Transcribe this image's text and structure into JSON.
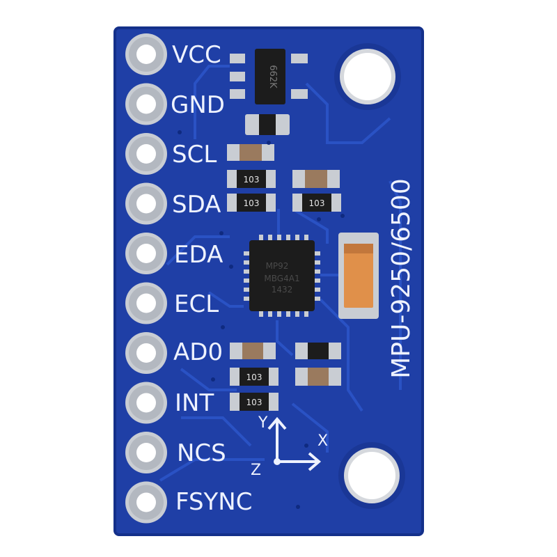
{
  "board": {
    "model": "MPU-9250/6500",
    "colors": {
      "pcb": "#1f3fa6",
      "pcb_dark": "#14308a",
      "trace": "#2a52c4",
      "silkscreen": "#eef2ff",
      "pad": "#c9cdd3",
      "chip": "#1c1c1c",
      "capacitor": "#e0904a",
      "background": "#ffffff"
    }
  },
  "pins": [
    {
      "label": "VCC"
    },
    {
      "label": "GND"
    },
    {
      "label": "SCL"
    },
    {
      "label": "SDA"
    },
    {
      "label": "EDA"
    },
    {
      "label": "ECL"
    },
    {
      "label": "AD0"
    },
    {
      "label": "INT"
    },
    {
      "label": "NCS"
    },
    {
      "label": "FSYNC"
    }
  ],
  "components": {
    "regulator_marking": "662K",
    "main_chip_marking_1": "MP92",
    "main_chip_marking_2": "MBG4A1",
    "main_chip_marking_3": "1432",
    "resistors": [
      {
        "marking": "103"
      },
      {
        "marking": "103"
      },
      {
        "marking": "103"
      },
      {
        "marking": "103"
      },
      {
        "marking": "103"
      }
    ]
  },
  "axes": {
    "x": "X",
    "y": "Y",
    "z": "Z"
  }
}
